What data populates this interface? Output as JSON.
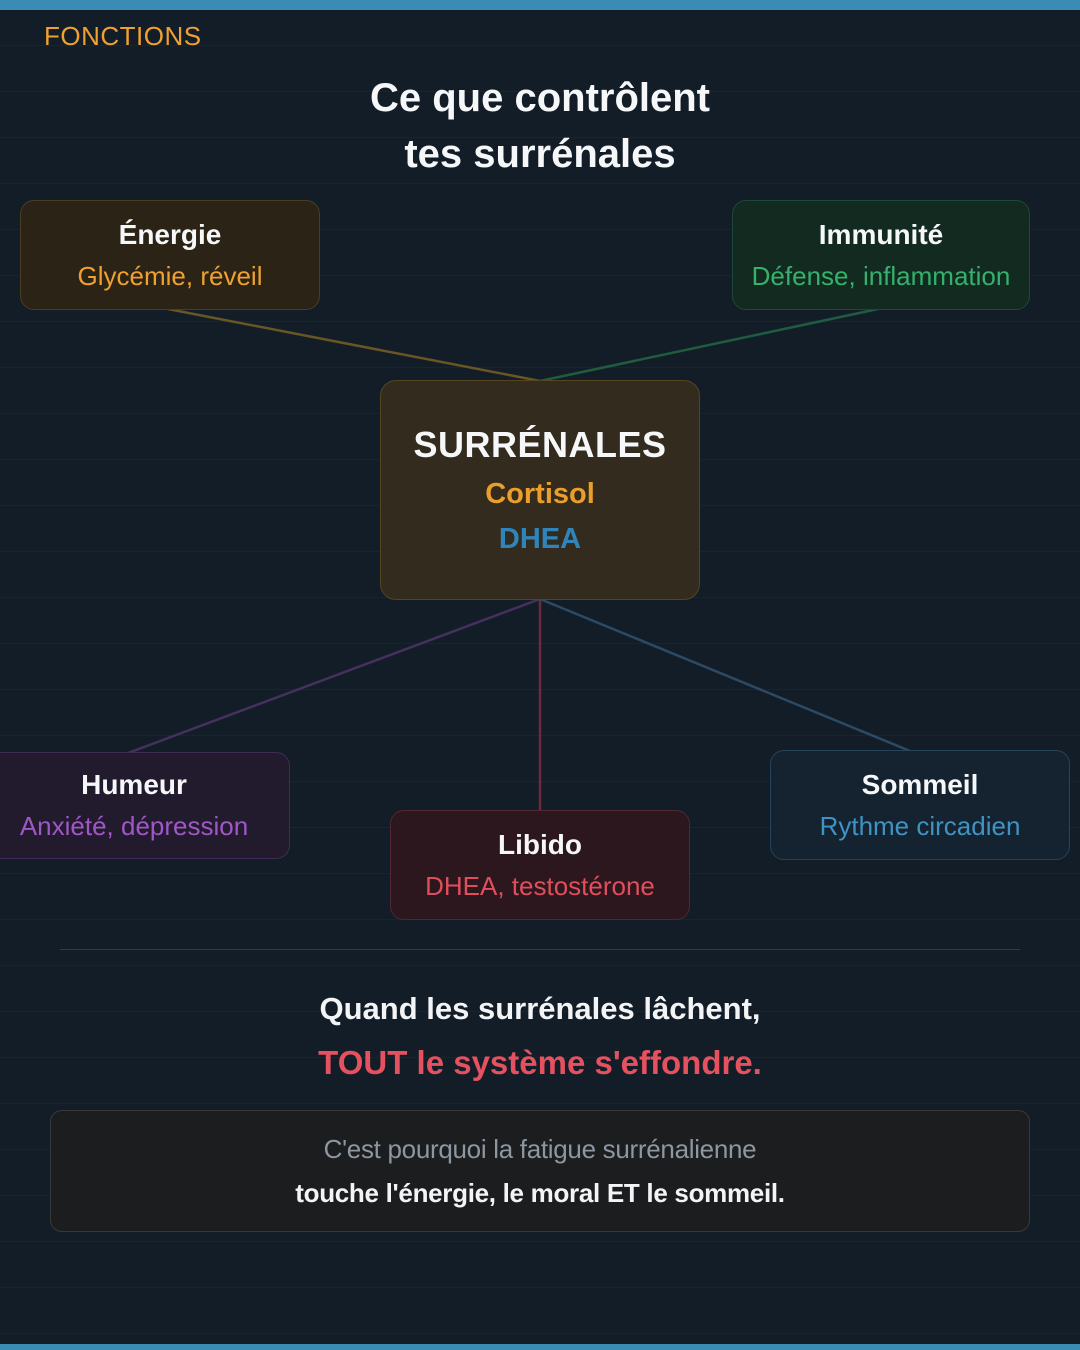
{
  "theme": {
    "edge_bar_color": "#3a8cb4",
    "background_color": "#131d28"
  },
  "header": {
    "tag": "FONCTIONS",
    "tag_color": "#f0a030",
    "title_line1": "Ce que contrôlent",
    "title_line2": "tes surrénales"
  },
  "center": {
    "title": "SURRÉNALES",
    "hormones": [
      {
        "label": "Cortisol",
        "color": "#eb9e2a"
      },
      {
        "label": "DHEA",
        "color": "#2f85ba"
      }
    ]
  },
  "nodes": [
    {
      "id": "energie",
      "title": "Énergie",
      "subtitle": "Glycémie, réveil",
      "accent": "#f0a030"
    },
    {
      "id": "immunite",
      "title": "Immunité",
      "subtitle": "Défense, inflammation",
      "accent": "#35b16c"
    },
    {
      "id": "humeur",
      "title": "Humeur",
      "subtitle": "Anxiété, dépression",
      "accent": "#a156c8"
    },
    {
      "id": "libido",
      "title": "Libido",
      "subtitle": "DHEA, testostérone",
      "accent": "#e04e5c"
    },
    {
      "id": "sommeil",
      "title": "Sommeil",
      "subtitle": "Rythme circadien",
      "accent": "#3f93c4"
    }
  ],
  "connectors": [
    {
      "from": "energie",
      "to": "surrenales",
      "color": "#6a5524"
    },
    {
      "from": "immunite",
      "to": "surrenales",
      "color": "#1f5c40"
    },
    {
      "from": "surrenales",
      "to": "humeur",
      "color": "#46305e"
    },
    {
      "from": "surrenales",
      "to": "libido",
      "color": "#6b2b3a"
    },
    {
      "from": "surrenales",
      "to": "sommeil",
      "color": "#2d4a64"
    }
  ],
  "conclusion": {
    "line1": "Quand les surrénales lâchent,",
    "line2": "TOUT le système s'effondre.",
    "emphasis_color": "#e5515f"
  },
  "footnote": {
    "line1": "C'est pourquoi la fatigue surrénalienne",
    "line2": "touche l'énergie, le moral ET le sommeil."
  }
}
